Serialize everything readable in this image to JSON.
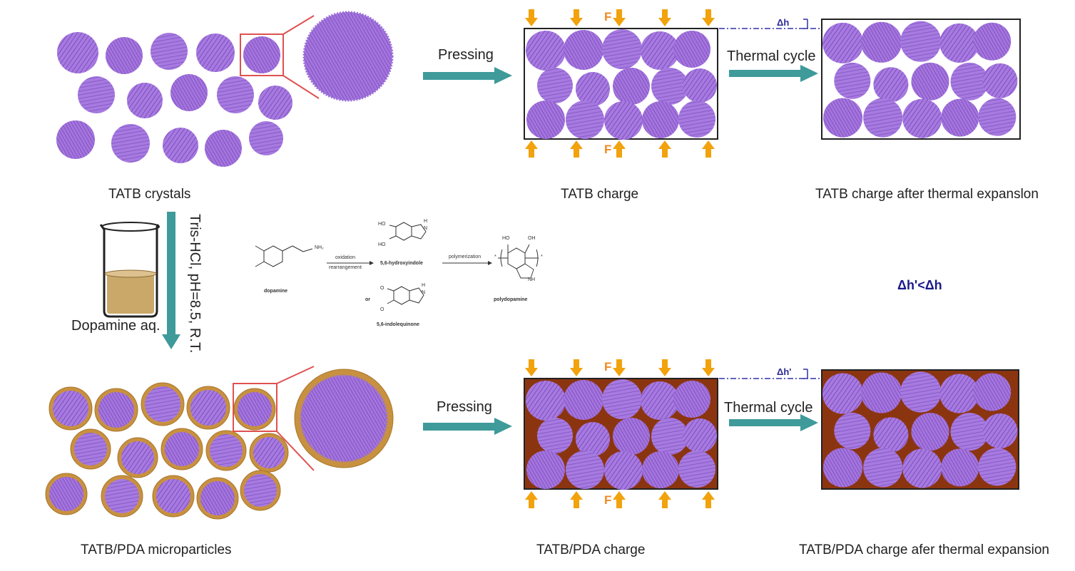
{
  "captions": {
    "tatb_crystals": "TATB crystals",
    "tatb_charge": "TATB charge",
    "tatb_charge_expansion": "TATB charge after thermal expanslon",
    "tatb_pda_micro": "TATB/PDA microparticles",
    "tatb_pda_charge": "TATB/PDA charge",
    "tatb_pda_expansion": "TATB/PDA charge afer thermal expansion"
  },
  "arrows": {
    "pressing": "Pressing",
    "thermal_cycle": "Thermal cycle",
    "coating_condition": "Tris-HCl, pH=8.5, R.T.",
    "dopamine_aq": "Dopamine aq."
  },
  "force": {
    "label": "F"
  },
  "delta": {
    "dh": "Δh",
    "dh_prime": "Δh'",
    "comparison": "Δh'<Δh"
  },
  "chemistry": {
    "nh2": "NH₂",
    "dopamine": "dopamine",
    "oxidation": "oxidation",
    "rearrangement": "rearrangement",
    "hydroxyindole": "5,6-hydroxyindole",
    "polymerization": "polymerization",
    "polydopamine": "polydopamine",
    "or": "or",
    "indolequinone": "5,6-indolequinone",
    "ho": "HO",
    "oh": "OH",
    "h": "H",
    "n": "N",
    "nh": "NH",
    "o": "O",
    "star": "*"
  },
  "colors": {
    "crystal": "#9d6ad6",
    "crystal_dark": "#7d4fc0",
    "coating": "#c8913f",
    "binder": "#8b3510",
    "arrow": "#3f9a9a",
    "force": "#f2a20d",
    "zoom": "#e05050",
    "delta": "#3030aa"
  }
}
